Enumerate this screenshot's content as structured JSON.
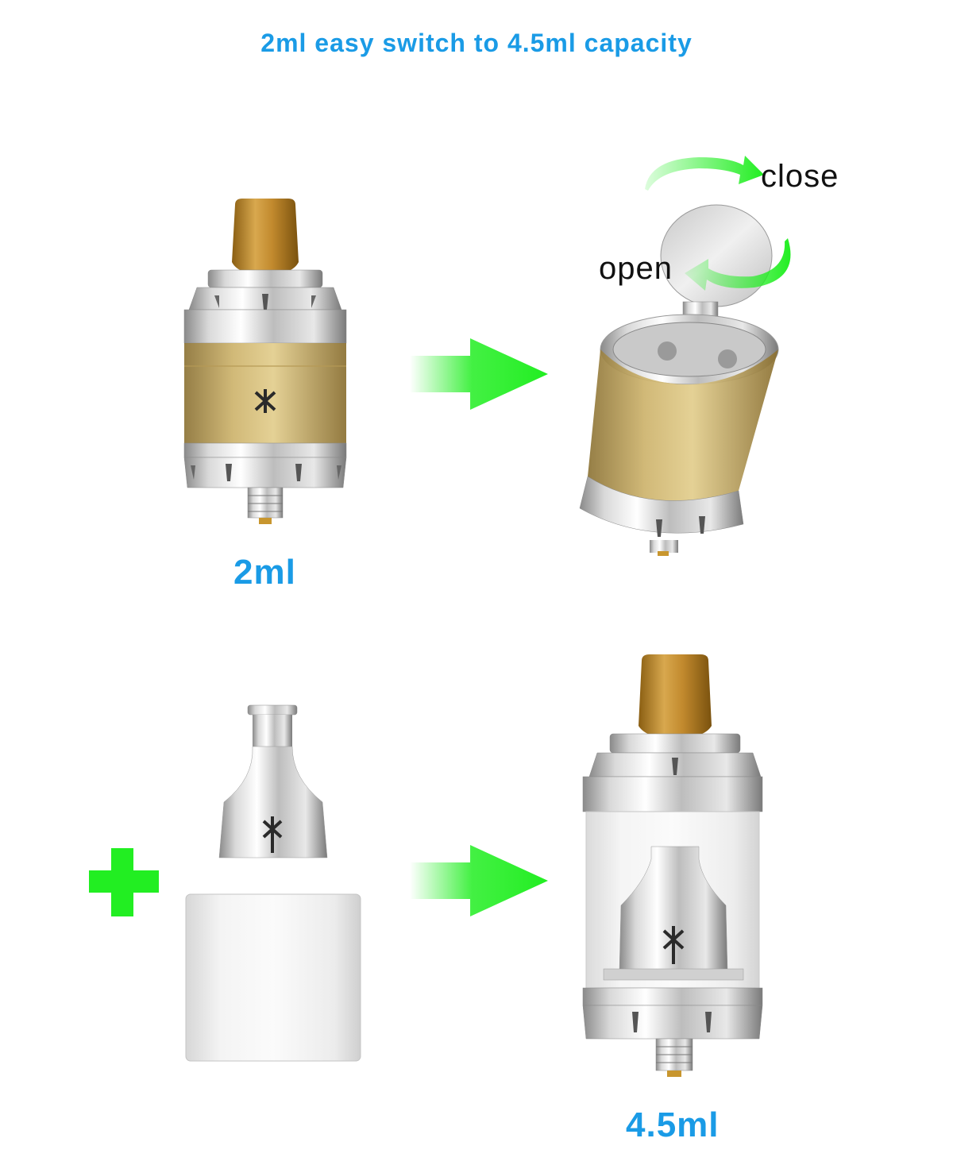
{
  "title": "2ml easy switch to 4.5ml capacity",
  "labels": {
    "capacity_small": "2ml",
    "capacity_large": "4.5ml",
    "open": "open",
    "close": "close"
  },
  "icons": {
    "plus": "plus-icon",
    "arrow": "right-arrow-icon",
    "rotate": "rotation-arrow-icon",
    "logo": "brand-logo-icon"
  },
  "colors": {
    "title_blue": "#1a9be6",
    "accent_green": "#22ee22",
    "label_black": "#111111"
  }
}
